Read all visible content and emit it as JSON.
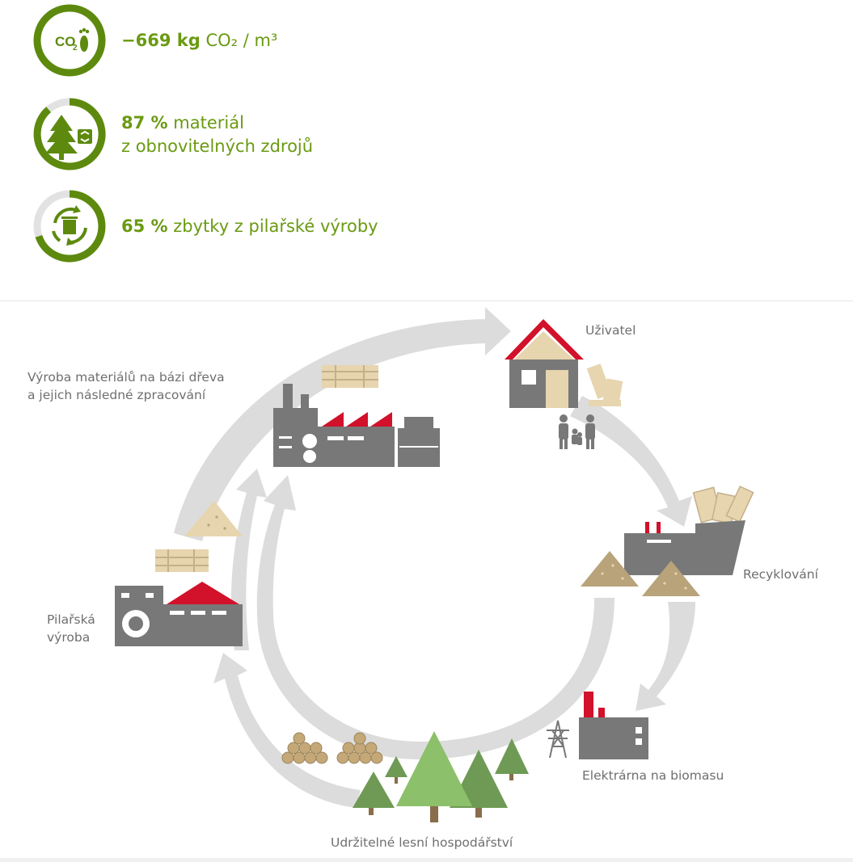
{
  "stats": [
    {
      "icon": "co2-footprint-icon",
      "value": "−669 kg",
      "unit_html": "CO₂ / m³",
      "ring_fill": 1.0
    },
    {
      "icon": "tree-recycle-icon",
      "value": "87 %",
      "line1": "materiál",
      "line2": "z obnovitelných zdrojů",
      "ring_fill": 0.87
    },
    {
      "icon": "recycle-bin-icon",
      "value": "65 %",
      "line1": "zbytky z pilařské výroby",
      "ring_fill": 0.65
    }
  ],
  "cycle": {
    "labels": {
      "user": "Uživatel",
      "wood_production": "Výroba materiálů na bázi dřeva\na jejich následné zpracování",
      "sawmill": "Pilařská\nvýroba",
      "recycling": "Recyklování",
      "biomass": "Elektrárna na biomasu",
      "forestry": "Udržitelné lesní hospodářství"
    }
  },
  "colors": {
    "green_dark": "#5d8a0e",
    "green_text": "#6a9a12",
    "ring_light": "#e2e2e2",
    "arrow": "#dcdcdc",
    "building": "#787878",
    "roof_red": "#d2112a",
    "wood": "#e6d5ae",
    "chips": "#b8a37a",
    "tree_dark": "#6f9a55",
    "tree_light": "#8cc06a"
  }
}
